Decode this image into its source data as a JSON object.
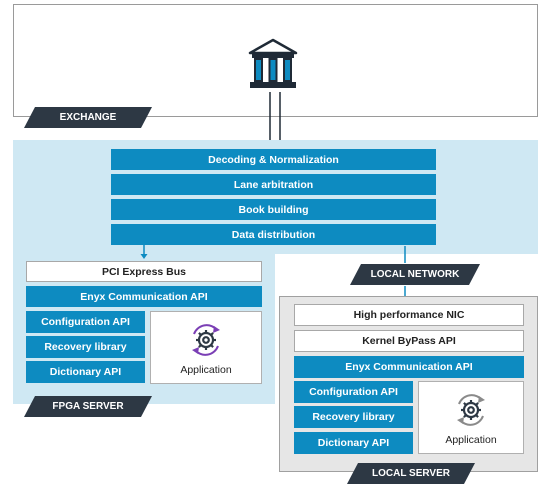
{
  "exchange": {
    "label": "EXCHANGE"
  },
  "pipeline": {
    "stages": [
      "Decoding & Normalization",
      "Lane arbitration",
      "Book building",
      "Data distribution"
    ]
  },
  "fpga_server": {
    "label": "FPGA SERVER",
    "pci_bus": "PCI Express Bus",
    "comm_api": "Enyx Communication API",
    "apis": [
      "Configuration API",
      "Recovery library",
      "Dictionary API"
    ],
    "application": "Application"
  },
  "local_network": {
    "label": "LOCAL NETWORK"
  },
  "local_server": {
    "label": "LOCAL SERVER",
    "nic": "High performance NIC",
    "bypass": "Kernel ByPass API",
    "comm_api": "Enyx Communication API",
    "apis": [
      "Configuration API",
      "Recovery library",
      "Dictionary API"
    ],
    "application": "Application"
  },
  "colors": {
    "accent_blue": "#0d8bc1",
    "light_blue_region": "#cfe8f3",
    "dark_tag": "#2d3844",
    "gear_purple": "#7b3fb5",
    "gear_grey": "#8a8a8a"
  }
}
